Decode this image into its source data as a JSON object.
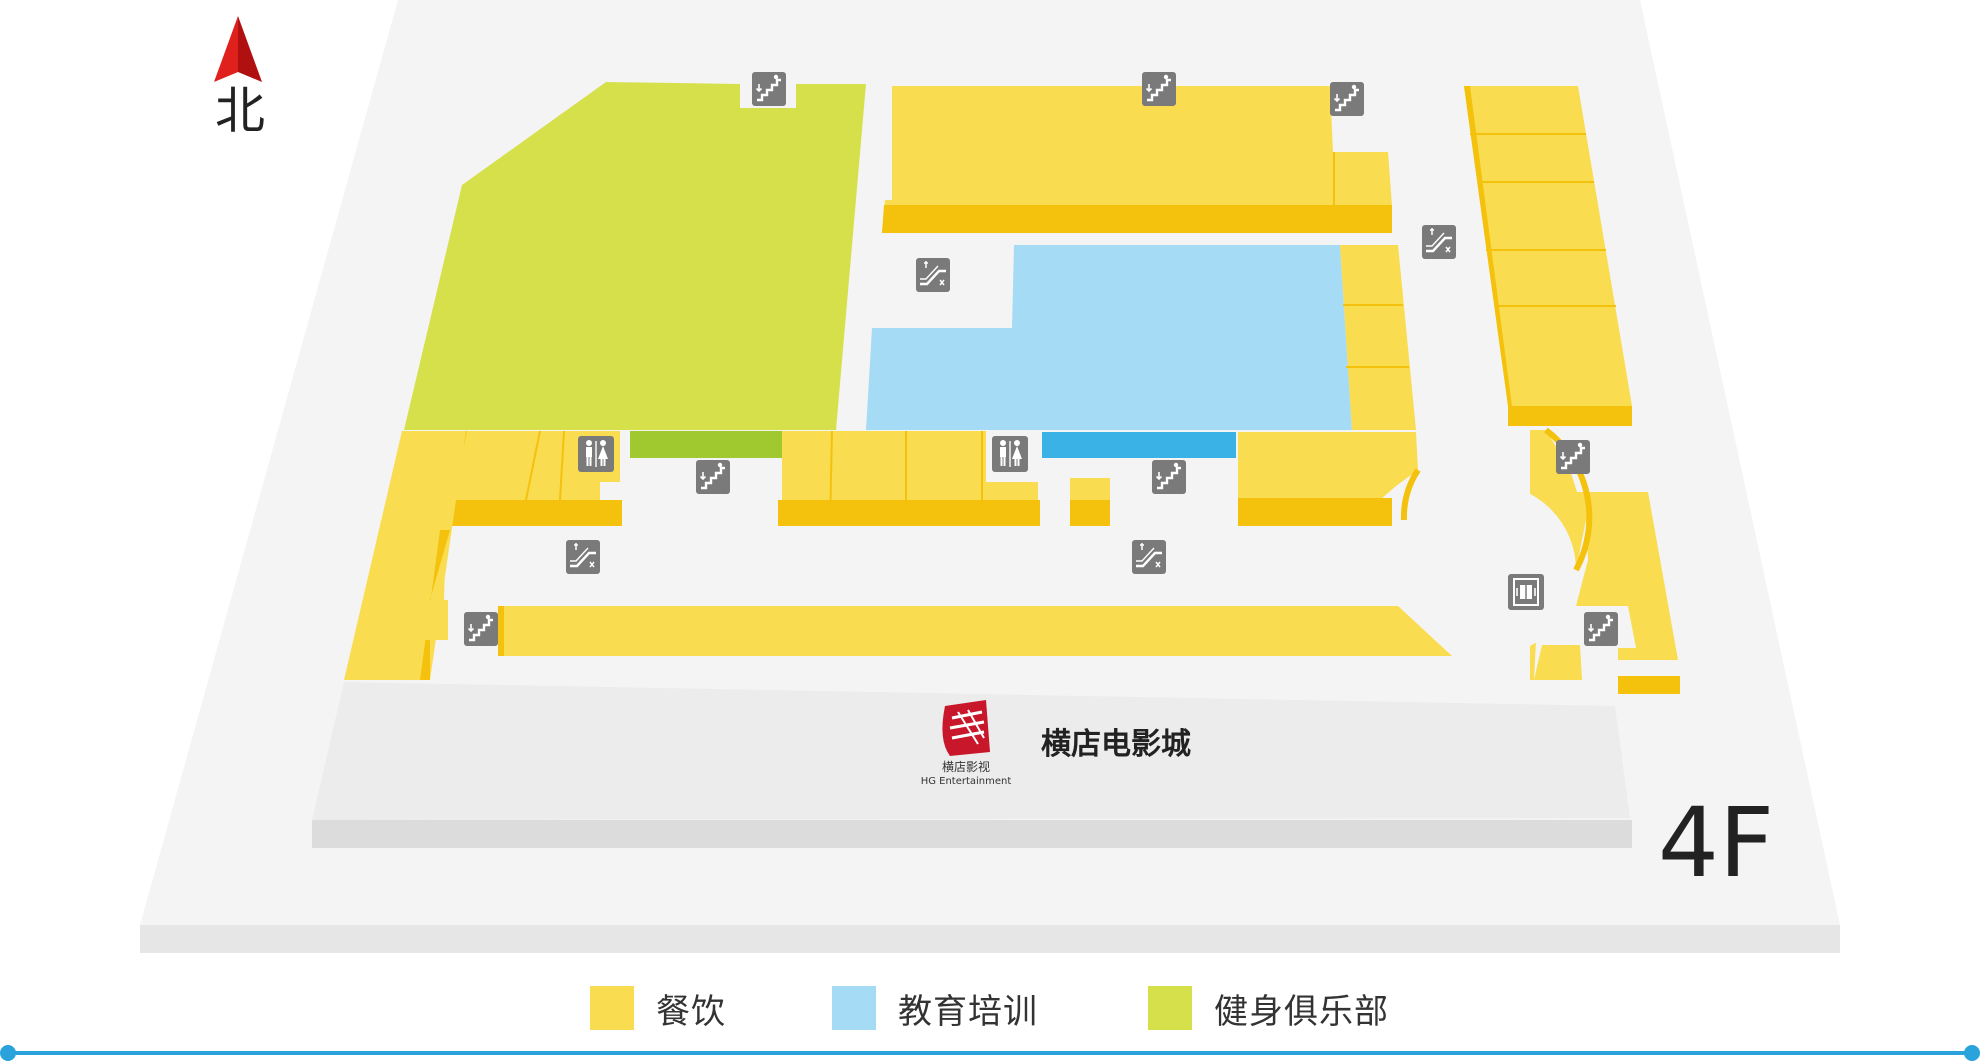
{
  "compass": {
    "label": "北",
    "icon": "north-arrow-icon"
  },
  "floor": {
    "label": "4F"
  },
  "tenant": {
    "name": "横店电影城",
    "logo_caption_cn": "横店影视",
    "logo_caption_en": "HG Entertainment",
    "logo_icon": "hengdian-logo-icon"
  },
  "colors": {
    "dining": "#fadc50",
    "dining_edge": "#f4c20d",
    "education": "#a6dbf5",
    "education_edge": "#3bb2e6",
    "fitness": "#d6e04a",
    "fitness_edge": "#9fc33a",
    "platform": "#f4f4f4",
    "platform_edge": "#e6e6e6",
    "cinema": "#ececec",
    "facility_icon_bg": "#7a7a7a"
  },
  "legend": [
    {
      "label": "餐饮",
      "color": "#fadc50"
    },
    {
      "label": "教育培训",
      "color": "#a6dbf5"
    },
    {
      "label": "健身俱乐部",
      "color": "#d6e04a"
    }
  ],
  "facility_icons": [
    "stairs-icon",
    "escalator-icon",
    "restroom-icon",
    "elevator-icon"
  ]
}
